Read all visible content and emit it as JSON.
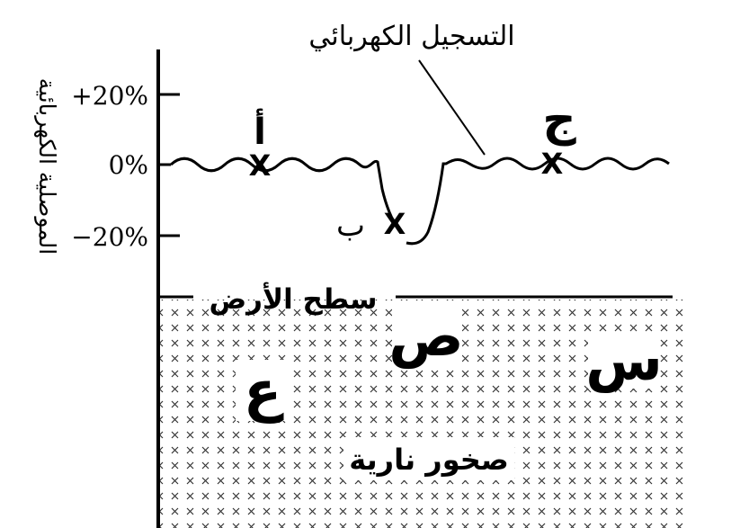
{
  "title": "التسجيل الكهربائي",
  "y_axis_label": "الموصلية الكهربائية",
  "ticks": [
    "+20%",
    "0%",
    "−20%"
  ],
  "points": {
    "a": "أ",
    "b": "ب",
    "c": "ج"
  },
  "point_marker": "X",
  "ground_surface": "سطح الأرض",
  "zones": {
    "z1": "ع",
    "z2": "ص",
    "z3": "س"
  },
  "rock_label": "صخور نارية",
  "colors": {
    "ink": "#000000",
    "background": "#ffffff",
    "pattern": "#333333"
  }
}
